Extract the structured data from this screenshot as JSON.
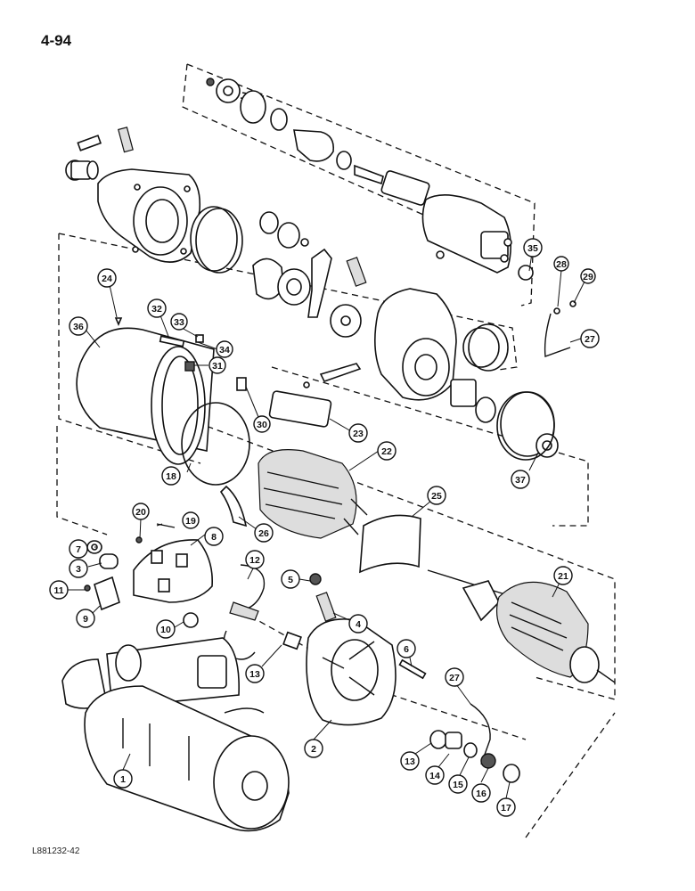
{
  "page": {
    "number": "4-94",
    "figure_code": "L881232-42"
  },
  "callouts": [
    {
      "id": "c1",
      "label": "1"
    },
    {
      "id": "c2",
      "label": "2"
    },
    {
      "id": "c3",
      "label": "3"
    },
    {
      "id": "c4",
      "label": "4"
    },
    {
      "id": "c5",
      "label": "5"
    },
    {
      "id": "c6",
      "label": "6"
    },
    {
      "id": "c7",
      "label": "7"
    },
    {
      "id": "c8",
      "label": "8"
    },
    {
      "id": "c9",
      "label": "9"
    },
    {
      "id": "c10",
      "label": "10"
    },
    {
      "id": "c11",
      "label": "11"
    },
    {
      "id": "c12",
      "label": "12"
    },
    {
      "id": "c13a",
      "label": "13"
    },
    {
      "id": "c13b",
      "label": "13"
    },
    {
      "id": "c14",
      "label": "14"
    },
    {
      "id": "c15",
      "label": "15"
    },
    {
      "id": "c16",
      "label": "16"
    },
    {
      "id": "c17",
      "label": "17"
    },
    {
      "id": "c18",
      "label": "18"
    },
    {
      "id": "c19",
      "label": "19"
    },
    {
      "id": "c20",
      "label": "20"
    },
    {
      "id": "c21",
      "label": "21"
    },
    {
      "id": "c22",
      "label": "22"
    },
    {
      "id": "c23",
      "label": "23"
    },
    {
      "id": "c24",
      "label": "24"
    },
    {
      "id": "c25",
      "label": "25"
    },
    {
      "id": "c26",
      "label": "26"
    },
    {
      "id": "c27a",
      "label": "27"
    },
    {
      "id": "c27b",
      "label": "27"
    },
    {
      "id": "c28",
      "label": "28"
    },
    {
      "id": "c29",
      "label": "29"
    },
    {
      "id": "c30",
      "label": "30"
    },
    {
      "id": "c31",
      "label": "31"
    },
    {
      "id": "c32",
      "label": "32"
    },
    {
      "id": "c33",
      "label": "33"
    },
    {
      "id": "c34",
      "label": "34"
    },
    {
      "id": "c35",
      "label": "35"
    },
    {
      "id": "c36",
      "label": "36"
    },
    {
      "id": "c37",
      "label": "37"
    }
  ]
}
